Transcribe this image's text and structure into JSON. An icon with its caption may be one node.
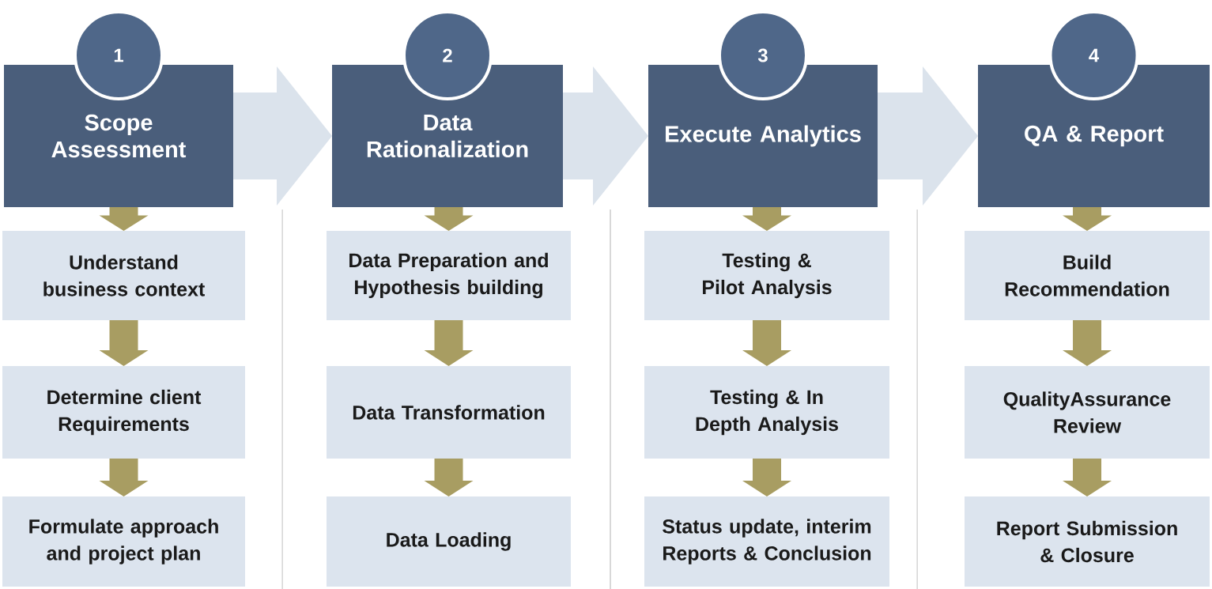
{
  "diagram": {
    "nodes": [
      {
        "text": [
          "1"
        ]
      },
      {
        "text": [
          "Scope Assessment"
        ]
      },
      {
        "text": [
          "Understand business context"
        ]
      },
      {
        "text": [
          "Determine client Requirements"
        ]
      },
      {
        "text": [
          "Formulate approach and project plan"
        ]
      },
      {
        "text": [
          "2"
        ]
      },
      {
        "text": [
          "Data Rationalization"
        ]
      },
      {
        "text": [
          "Data Preparation and Hypothesis building"
        ]
      },
      {
        "text": [
          "Data Transformation"
        ]
      },
      {
        "text": [
          "Data Loading"
        ]
      },
      {
        "text": [
          "3"
        ]
      },
      {
        "text": [
          "Execute Analytics"
        ]
      },
      {
        "text": [
          "Testing & Pilot Analysis"
        ]
      },
      {
        "text": [
          "Testing & In Depth Analysis"
        ]
      },
      {
        "text": [
          "Status update, interim Reports & Conclusion"
        ]
      },
      {
        "text": [
          "4"
        ]
      },
      {
        "text": [
          "QA & Report"
        ]
      },
      {
        "text": [
          "Build Recommendation"
        ]
      },
      {
        "text": [
          "QualityAssurance Review"
        ]
      },
      {
        "text": [
          "Report Submission & Closure"
        ]
      }
    ],
    "edges": [
      {
        "from": 1,
        "to": 2,
        "arrow": "to"
      },
      {
        "from": 2,
        "to": 3,
        "arrow": "to"
      },
      {
        "from": 3,
        "to": 4,
        "arrow": "to"
      },
      {
        "from": 6,
        "to": 7,
        "arrow": "to"
      },
      {
        "from": 7,
        "to": 8,
        "arrow": "to"
      },
      {
        "from": 8,
        "to": 9,
        "arrow": "to"
      },
      {
        "from": 11,
        "to": 12,
        "arrow": "to"
      },
      {
        "from": 12,
        "to": 13,
        "arrow": "to"
      },
      {
        "from": 13,
        "to": 14,
        "arrow": "to"
      },
      {
        "from": 16,
        "to": 17,
        "arrow": "to"
      },
      {
        "from": 17,
        "to": 18,
        "arrow": "to"
      },
      {
        "from": 18,
        "to": 19,
        "arrow": "to"
      },
      {
        "from": 1,
        "to": 6,
        "arrow": "to",
        "style": "thick",
        "color": "#dbe3ec"
      },
      {
        "from": 6,
        "to": 11,
        "arrow": "to",
        "style": "thick",
        "color": "#dbe3ec"
      },
      {
        "from": 11,
        "to": 16,
        "arrow": "to",
        "style": "thick",
        "color": "#dbe3ec"
      }
    ]
  }
}
